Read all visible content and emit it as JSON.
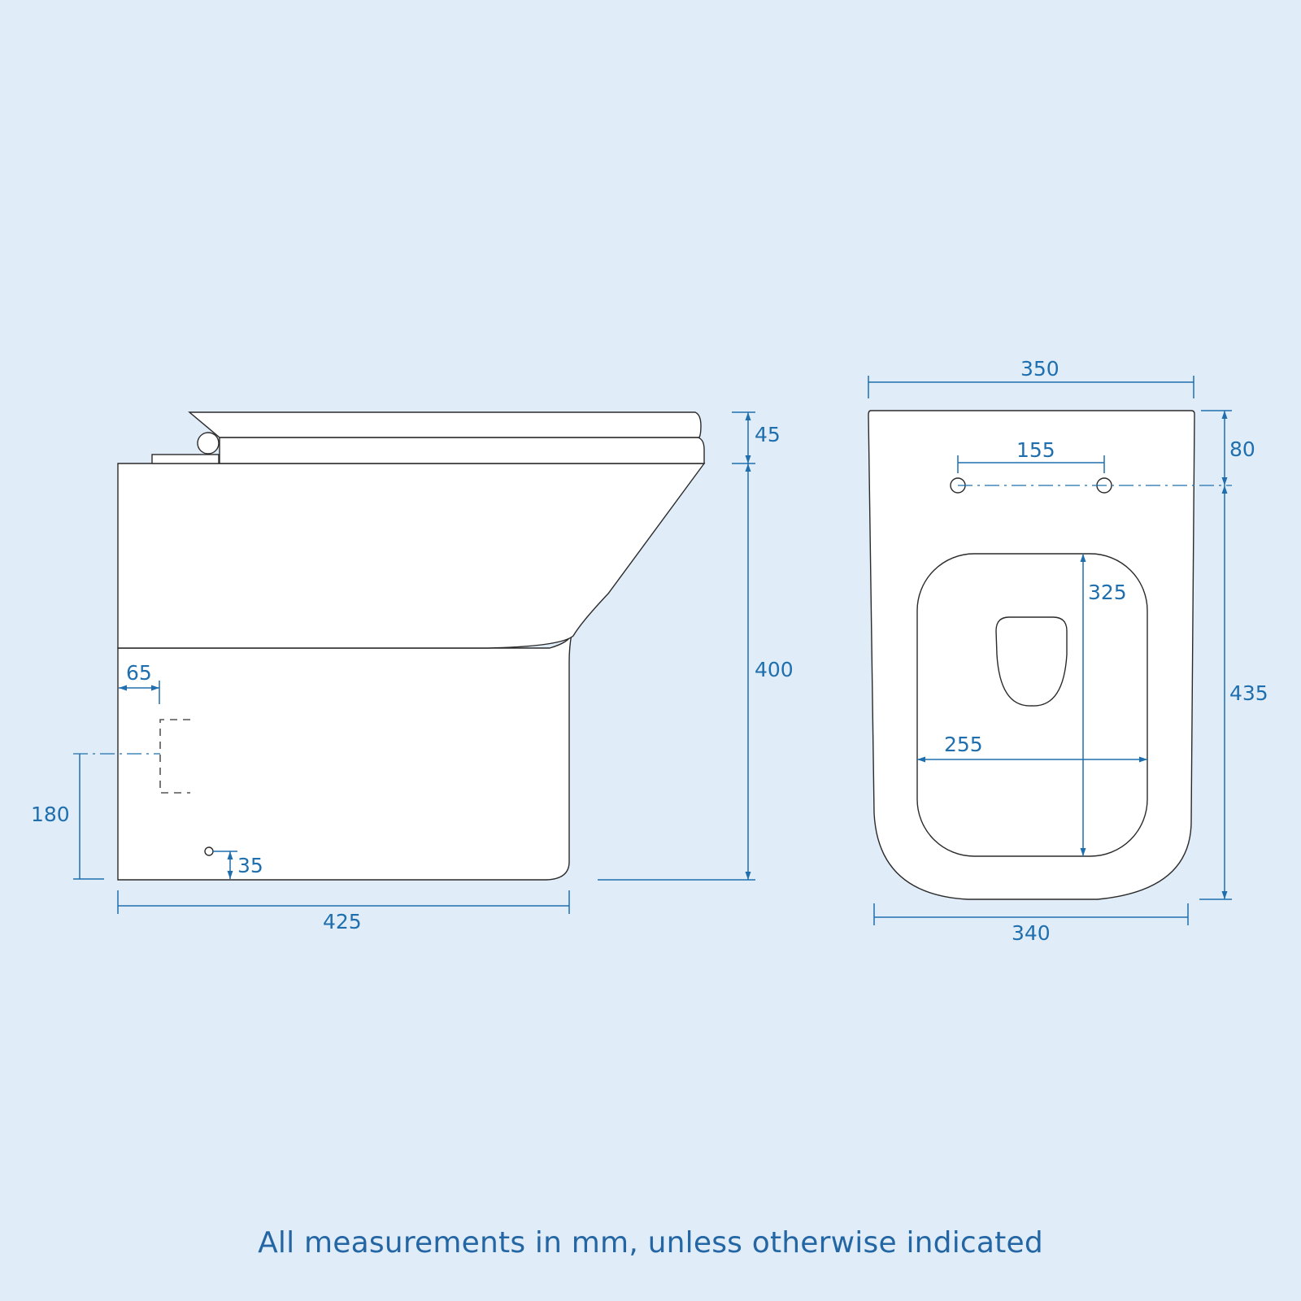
{
  "side_view": {
    "dimensions": {
      "seat_thickness": "45",
      "height": "400",
      "outlet_offset": "65",
      "outlet_height": "180",
      "fixing_hole_height": "35",
      "depth": "425"
    }
  },
  "top_view": {
    "dimensions": {
      "rear_width": "350",
      "fixing_hole_spacing": "155",
      "fixing_hole_from_rear": "80",
      "bowl_length": "325",
      "bowl_width": "255",
      "pan_length": "435",
      "front_width": "340"
    }
  },
  "footnote": "All measurements in mm, unless otherwise indicated",
  "colors": {
    "background": "#e0edf9",
    "dimension": "#1f6fae",
    "outline": "#2a2a2a"
  }
}
